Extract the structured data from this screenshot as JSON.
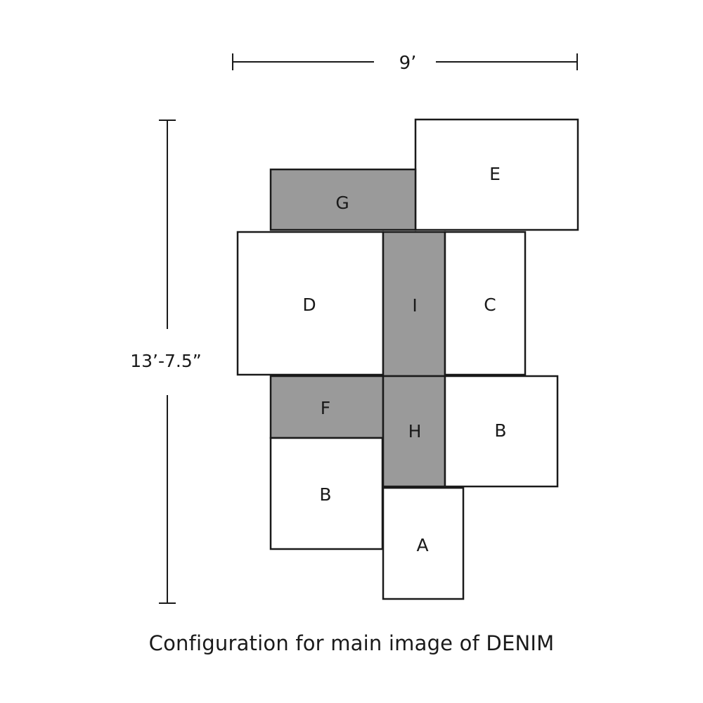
{
  "dimensions": {
    "width_label": "9’",
    "height_label": "13’-7.5”"
  },
  "tiles": [
    {
      "id": "E",
      "label": "E",
      "shaded": false
    },
    {
      "id": "G",
      "label": "G",
      "shaded": true
    },
    {
      "id": "D",
      "label": "D",
      "shaded": false
    },
    {
      "id": "I",
      "label": "I",
      "shaded": true
    },
    {
      "id": "C",
      "label": "C",
      "shaded": false
    },
    {
      "id": "F",
      "label": "F",
      "shaded": true
    },
    {
      "id": "H",
      "label": "H",
      "shaded": true
    },
    {
      "id": "B-right",
      "label": "B",
      "shaded": false
    },
    {
      "id": "B-left",
      "label": "B",
      "shaded": false
    },
    {
      "id": "A",
      "label": "A",
      "shaded": false
    }
  ],
  "colors": {
    "shaded_fill": "#9a9a9a",
    "plain_fill": "#ffffff",
    "stroke": "#1a1a1a"
  },
  "caption": "Configuration for main image of DENIM"
}
